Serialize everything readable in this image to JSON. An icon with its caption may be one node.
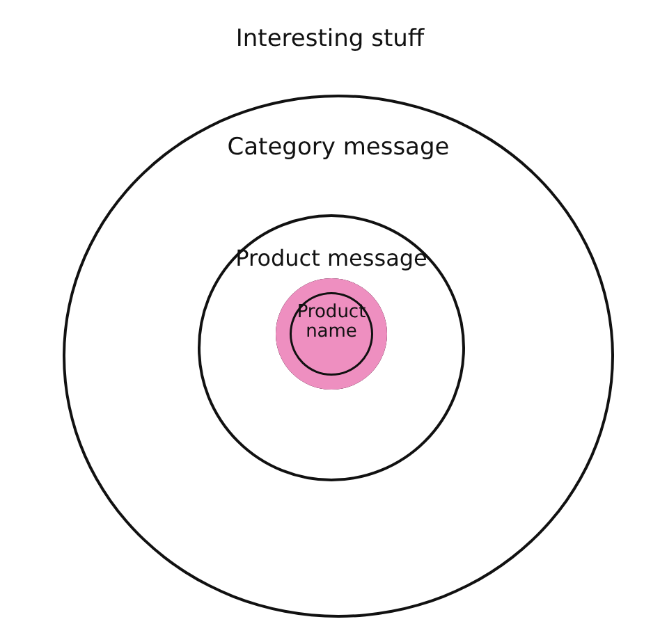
{
  "diagram": {
    "nodes": [
      {
        "text": [
          "Category message"
        ]
      },
      {
        "text": [
          "Product message"
        ],
        "in": 0
      },
      {
        "text": [
          "Product name"
        ],
        "in": 1
      }
    ],
    "labels": [
      "Interesting stuff"
    ]
  }
}
